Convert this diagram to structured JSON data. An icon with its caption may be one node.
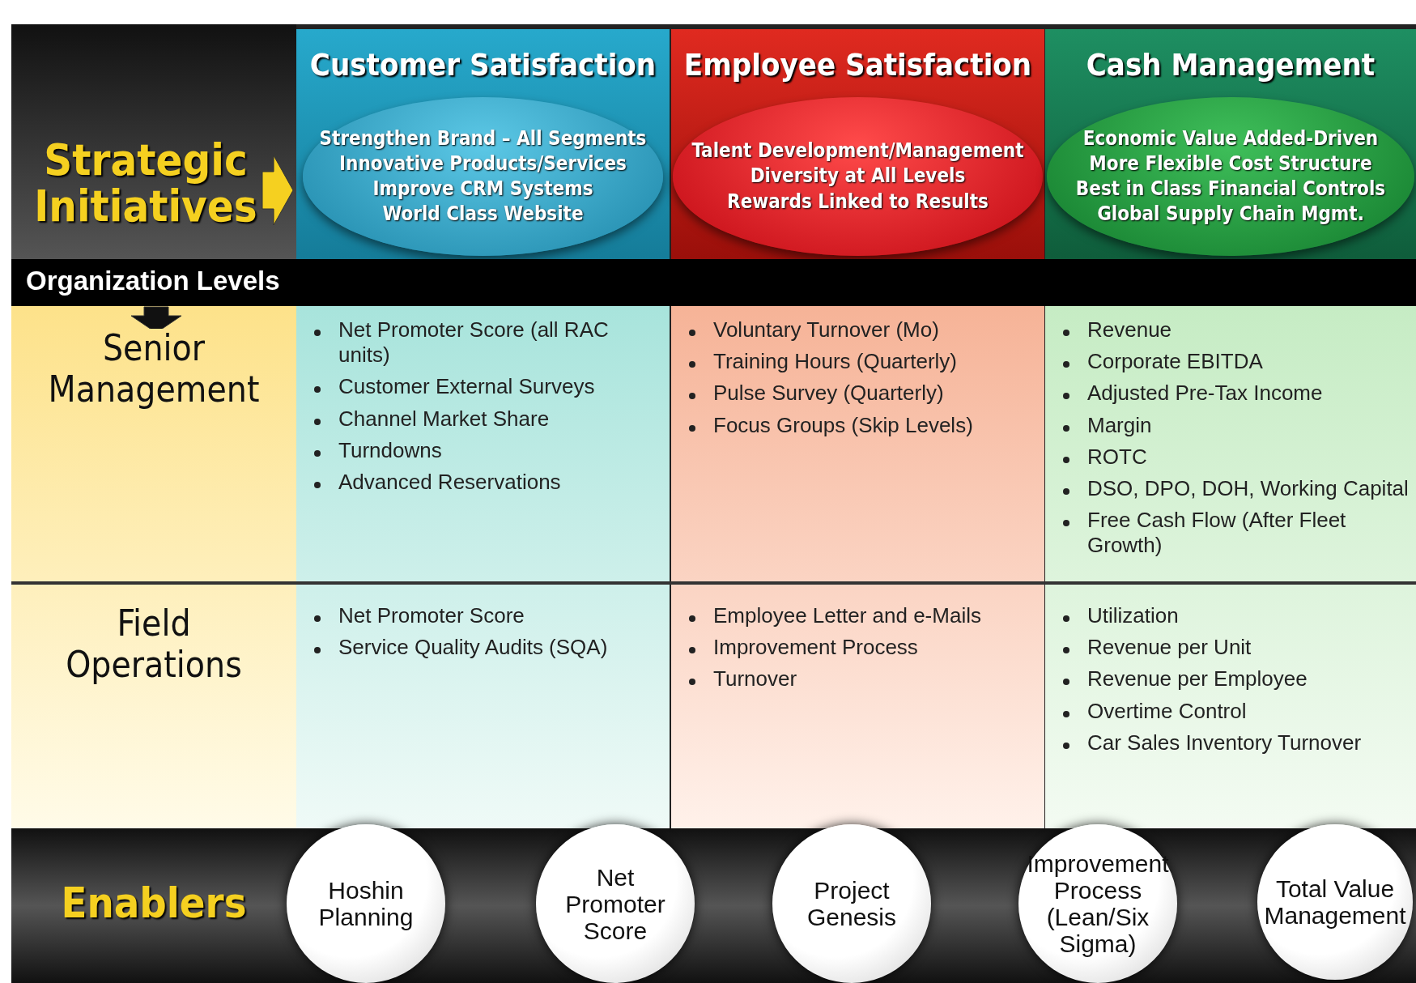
{
  "diagram": {
    "nodes": [
      {
        "text": [
          "Customer Satisfaction"
        ]
      },
      {
        "text": [
          "Strengthen Brand – All Segments",
          "Innovative Products/Services",
          "Improve CRM Systems",
          "World Class Website"
        ],
        "in": 0
      },
      {
        "text": [
          "Employee Satisfaction"
        ]
      },
      {
        "text": [
          "Talent Development/Management",
          "Diversity at All Levels",
          "Rewards Linked to Results"
        ],
        "in": 2
      },
      {
        "text": [
          "Cash Management"
        ]
      },
      {
        "text": [
          "Economic Value Added-Driven",
          "More Flexible Cost Structure",
          "Best in Class Financial Controls",
          "Global Supply Chain Mgmt."
        ],
        "in": 4
      },
      {
        "text": [
          "Hoshin Planning"
        ]
      },
      {
        "text": [
          "Net Promoter Score"
        ]
      },
      {
        "text": [
          "Project Genesis"
        ]
      },
      {
        "text": [
          "Improvement Process (Lean/Six Sigma)"
        ]
      },
      {
        "text": [
          "Total Value Management"
        ]
      }
    ],
    "edges": [],
    "labels": [
      "Strategic Initiatives",
      "Organization Levels",
      "Senior Management",
      "Net Promoter Score (all RAC units)",
      "Customer External Surveys",
      "Channel Market Share",
      "Turndowns",
      "Advanced Reservations",
      "Voluntary Turnover (Mo)",
      "Training Hours (Quarterly)",
      "Pulse Survey (Quarterly)",
      "Focus Groups (Skip Levels)",
      "Revenue",
      "Corporate EBITDA",
      "Adjusted Pre-Tax Income",
      "Margin",
      "ROTC",
      "DSO, DPO, DOH, Working Capital",
      "Free Cash Flow (After Fleet Growth)",
      "Field Operations",
      "Net Promoter Score",
      "Service Quality Audits (SQA)",
      "Employee Letter and e-Mails",
      "Improvement Process",
      "Turnover",
      "Utilization",
      "Revenue per Unit",
      "Revenue per Employee",
      "Overtime Control",
      "Car Sales Inventory Turnover",
      "Enablers"
    ]
  }
}
